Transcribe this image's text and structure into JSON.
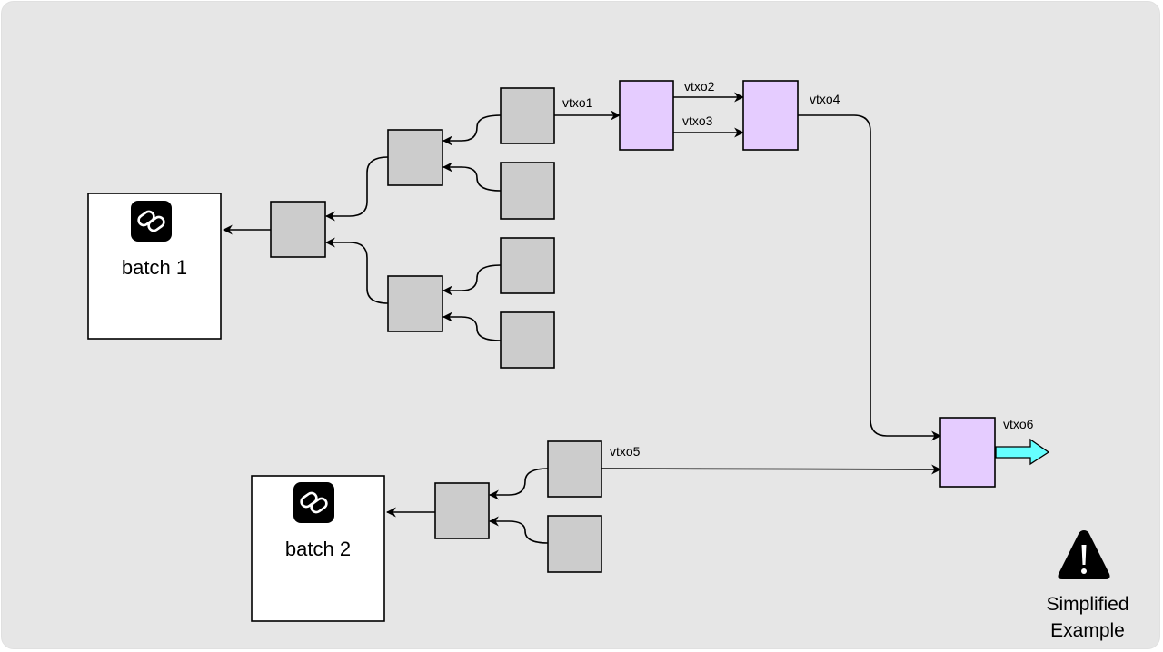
{
  "batches": [
    {
      "label": "batch 1",
      "icon": "chain-link-icon"
    },
    {
      "label": "batch 2",
      "icon": "chain-link-icon"
    }
  ],
  "vtxos": {
    "vtxo1": "vtxo1",
    "vtxo2": "vtxo2",
    "vtxo3": "vtxo3",
    "vtxo4": "vtxo4",
    "vtxo5": "vtxo5",
    "vtxo6": "vtxo6"
  },
  "note": {
    "icon": "warning-icon",
    "line1": "Simplified",
    "line2": "Example"
  },
  "colors": {
    "background": "#e6e6e6",
    "tree_node": "#cccccc",
    "vtxo_node": "#e5ccff",
    "output_arrow": "#66ffff",
    "batch_box": "#ffffff",
    "icon_badge": "#000000"
  }
}
